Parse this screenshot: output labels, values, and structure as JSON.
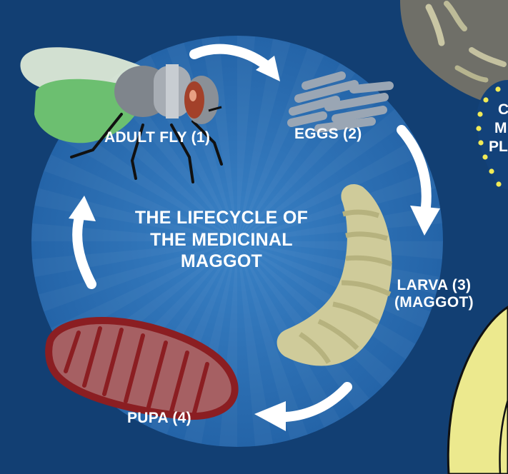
{
  "diagram": {
    "title_lines": [
      "THE LIFECYCLE OF",
      "THE MEDICINAL",
      "MAGGOT"
    ],
    "stages": {
      "adult": "ADULT FLY (1)",
      "eggs": "EGGS (2)",
      "larva_line1": "LARVA (3)",
      "larva_line2": "(MAGGOT)",
      "pupa": "PUPA (4)"
    },
    "partial_side_text": [
      "C",
      "M",
      "PL"
    ]
  },
  "colors": {
    "background": "#123f73",
    "circle": "#2a6fb5",
    "arrow": "#ffffff",
    "fly_wing": "#6cbf70",
    "larva": "#cfcb9a",
    "pupa": "#8b1e22",
    "yellow_shape": "#ece98e"
  }
}
